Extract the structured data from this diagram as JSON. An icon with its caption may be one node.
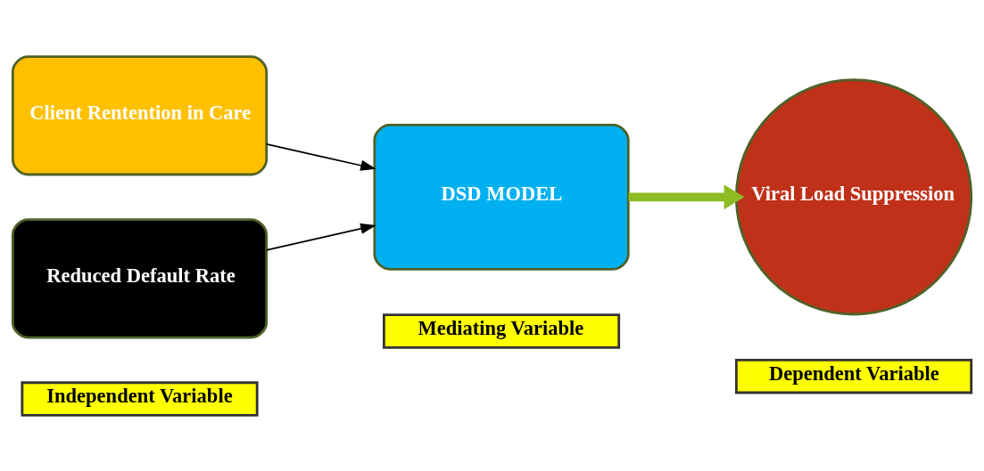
{
  "diagram": {
    "nodes": [
      {
        "text": [
          "Independent Variable"
        ]
      },
      {
        "text": [
          "Mediating Variable"
        ]
      },
      {
        "text": [
          "Dependent Variable"
        ]
      },
      {
        "text": [
          "Client Rentention in Care"
        ]
      },
      {
        "text": [
          "Reduced Default Rate"
        ]
      },
      {
        "text": [
          "DSD MODEL"
        ]
      },
      {
        "text": [
          "Viral Load Suppression"
        ]
      }
    ],
    "edges": [
      {
        "from": 3,
        "to": 5,
        "arrow": "to"
      },
      {
        "from": 4,
        "to": 5,
        "arrow": "to"
      },
      {
        "from": 5,
        "to": 6,
        "arrow": "to",
        "style": "thick",
        "color": "#8dbb22"
      }
    ]
  }
}
